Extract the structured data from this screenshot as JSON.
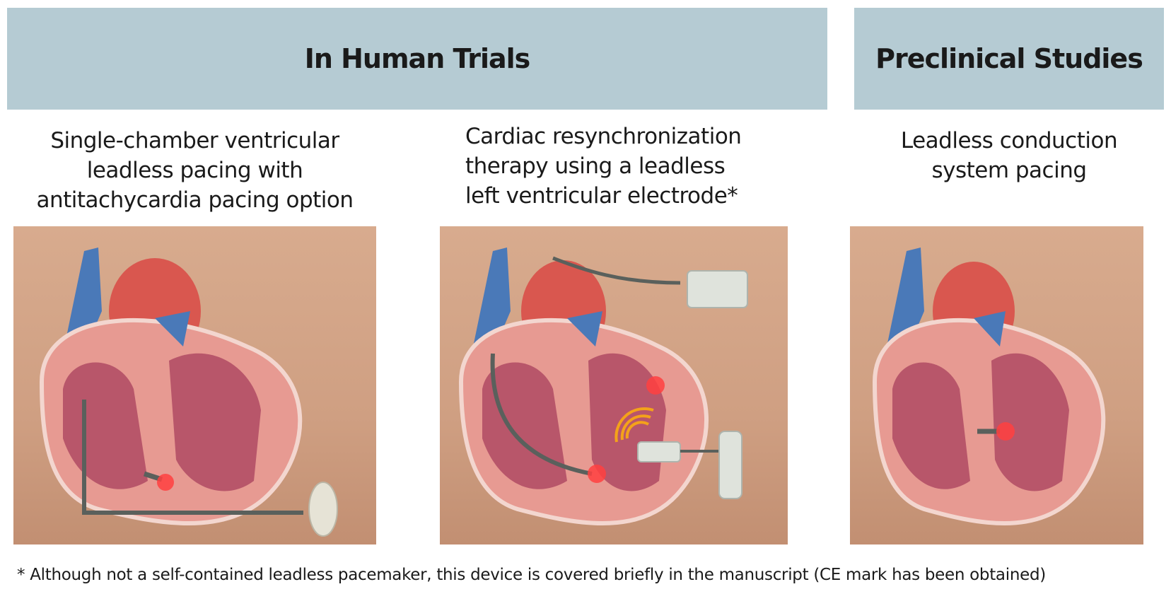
{
  "headers": {
    "human_trials": "In Human Trials",
    "preclinical": "Preclinical Studies"
  },
  "panels": [
    {
      "caption_lines": [
        "Single-chamber ventricular",
        "leadless pacing with",
        "antitachycardia pacing option"
      ]
    },
    {
      "caption_lines": [
        "Cardiac resynchronization",
        "therapy using a leadless",
        "left ventricular electrode*"
      ]
    },
    {
      "caption_lines": [
        "Leadless conduction",
        "system pacing"
      ]
    }
  ],
  "footnote": "* Although not a self-contained leadless pacemaker, this device is covered briefly in the manuscript (CE mark has been obtained)"
}
